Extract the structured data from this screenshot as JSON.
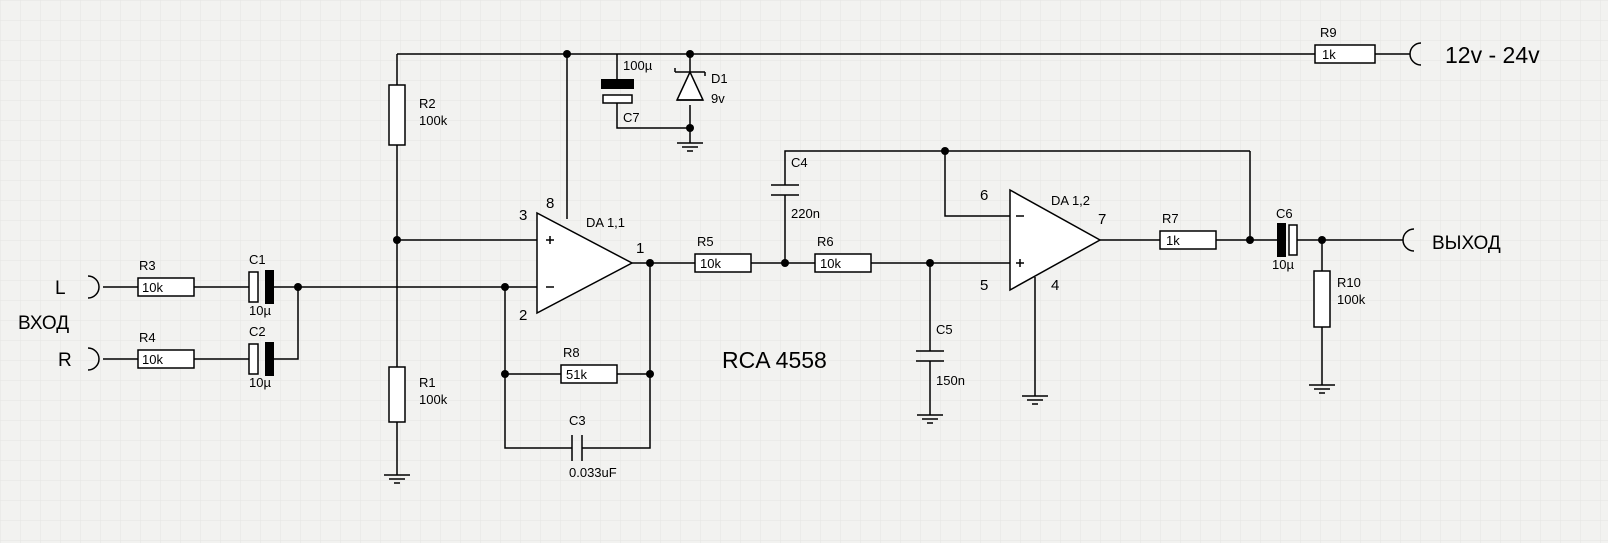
{
  "diagram": {
    "inputs": {
      "left": "L",
      "right": "R",
      "label": "ВХОД"
    },
    "output": {
      "label": "ВЫХОД"
    },
    "supply": {
      "label": "12v - 24v"
    },
    "chip": "RCA 4558",
    "opamps": {
      "da1": {
        "name": "DA 1,1",
        "pin_plus": "3",
        "pin_minus": "2",
        "pin_out": "1",
        "pin_power": "8"
      },
      "da2": {
        "name": "DA 1,2",
        "pin_minus": "6",
        "pin_plus": "5",
        "pin_out": "7",
        "pin_ground": "4"
      }
    },
    "resistors": {
      "r1": {
        "name": "R1",
        "value": "100k"
      },
      "r2": {
        "name": "R2",
        "value": "100k"
      },
      "r3": {
        "name": "R3",
        "value": "10k"
      },
      "r4": {
        "name": "R4",
        "value": "10k"
      },
      "r5": {
        "name": "R5",
        "value": "10k"
      },
      "r6": {
        "name": "R6",
        "value": "10k"
      },
      "r7": {
        "name": "R7",
        "value": "1k"
      },
      "r8": {
        "name": "R8",
        "value": "51k"
      },
      "r9": {
        "name": "R9",
        "value": "1k"
      },
      "r10": {
        "name": "R10",
        "value": "100k"
      }
    },
    "capacitors": {
      "c1": {
        "name": "C1",
        "value": "10µ"
      },
      "c2": {
        "name": "C2",
        "value": "10µ"
      },
      "c3": {
        "name": "C3",
        "value": "0.033uF"
      },
      "c4": {
        "name": "C4",
        "value": "220n"
      },
      "c5": {
        "name": "C5",
        "value": "150n"
      },
      "c6": {
        "name": "C6",
        "value": "10µ"
      },
      "c7": {
        "name": "C7",
        "value": "100µ"
      }
    },
    "diodes": {
      "d1": {
        "name": "D1",
        "value": "9v"
      }
    }
  }
}
